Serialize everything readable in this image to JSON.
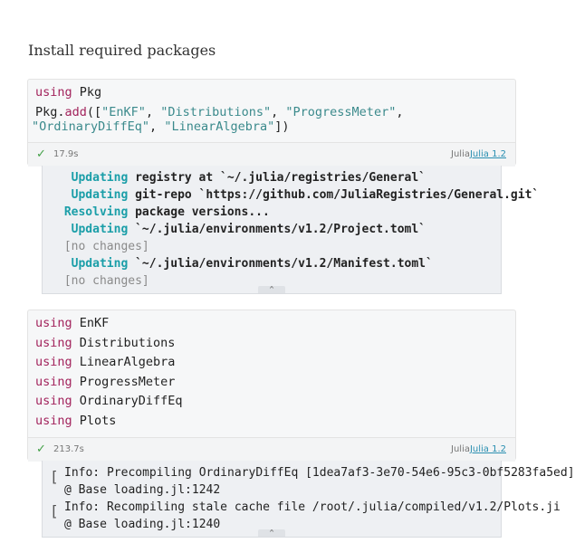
{
  "heading": "Install required packages",
  "cell1": {
    "line1": {
      "kw": "using",
      "rest": " Pkg"
    },
    "line2": {
      "pre": "Pkg.",
      "fn": "add",
      "open": "([",
      "s1": "\"EnKF\"",
      "c1": ", ",
      "s2": "\"Distributions\"",
      "c2": ", ",
      "s3": "\"ProgressMeter\"",
      "c3": ","
    },
    "line3": {
      "s4": "\"OrdinaryDiffEq\"",
      "c4": ", ",
      "s5": "\"LinearAlgebra\"",
      "close": "])"
    },
    "time": "17.9s",
    "lang": "Julia",
    "kernel": "Julia 1.2"
  },
  "output1": [
    {
      "label": "  Updating",
      "text": " registry at `~/.julia/registries/General`"
    },
    {
      "label": "  Updating",
      "text": " git-repo `https://github.com/JuliaRegistries/General.git`"
    },
    {
      "label": " Resolving",
      "text": " package versions..."
    },
    {
      "label": "  Updating",
      "text": " `~/.julia/environments/v1.2/Project.toml`"
    },
    {
      "label": "",
      "text": " [no changes]"
    },
    {
      "label": "  Updating",
      "text": " `~/.julia/environments/v1.2/Manifest.toml`"
    },
    {
      "label": "",
      "text": " [no changes]"
    }
  ],
  "cell2": {
    "lines": [
      {
        "kw": "using",
        "rest": " EnKF"
      },
      {
        "kw": "using",
        "rest": " Distributions"
      },
      {
        "kw": "using",
        "rest": " LinearAlgebra"
      },
      {
        "kw": "using",
        "rest": " ProgressMeter"
      },
      {
        "kw": "using",
        "rest": " OrdinaryDiffEq"
      },
      {
        "kw": "using",
        "rest": " Plots"
      }
    ],
    "time": "213.7s",
    "lang": "Julia",
    "kernel": "Julia 1.2"
  },
  "output2": [
    {
      "l1": "Info: Precompiling OrdinaryDiffEq [1dea7af3-3e70-54e6-95c3-0bf5283fa5ed]",
      "l2": "@ Base loading.jl:1242"
    },
    {
      "l1": "Info: Recompiling stale cache file /root/.julia/compiled/v1.2/Plots.ji",
      "l2": "@ Base loading.jl:1240"
    }
  ],
  "collapse_glyph": "^",
  "check_glyph": "✓"
}
